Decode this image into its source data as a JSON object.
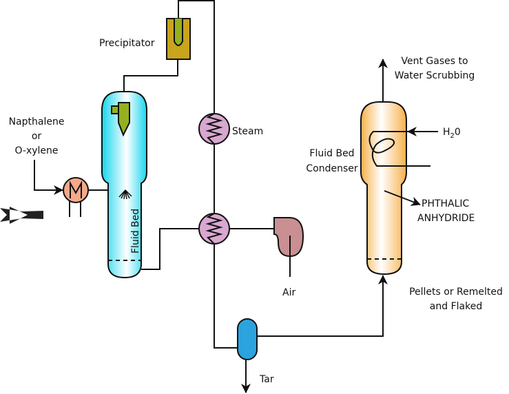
{
  "labels": {
    "precipitator": "Precipitator",
    "feed_line1": "Napthalene",
    "feed_line2": "or",
    "feed_line3": "O-xylene",
    "fluid_bed": "Fluid Bed",
    "steam": "Steam",
    "air": "Air",
    "tar": "Tar",
    "vent_line1": "Vent Gases to",
    "vent_line2": "Water Scrubbing",
    "water_h": "H",
    "water_sub": "2",
    "water_o": "0",
    "condenser_line1": "Fluid Bed",
    "condenser_line2": "Condenser",
    "product_line1": "PHTHALIC",
    "product_line2": "ANHYDRIDE",
    "pellets_line1": "Pellets or Remelted",
    "pellets_line2": "and Flaked"
  },
  "colors": {
    "precipitator": "#c9a41d",
    "cyclone": "#94b020",
    "reactor": "#1fe3f5",
    "heater": "#f4a98a",
    "exchanger": "#d8a8d0",
    "blower": "#c98f92",
    "separator": "#2ba3df",
    "condenser": "#f8b654"
  }
}
